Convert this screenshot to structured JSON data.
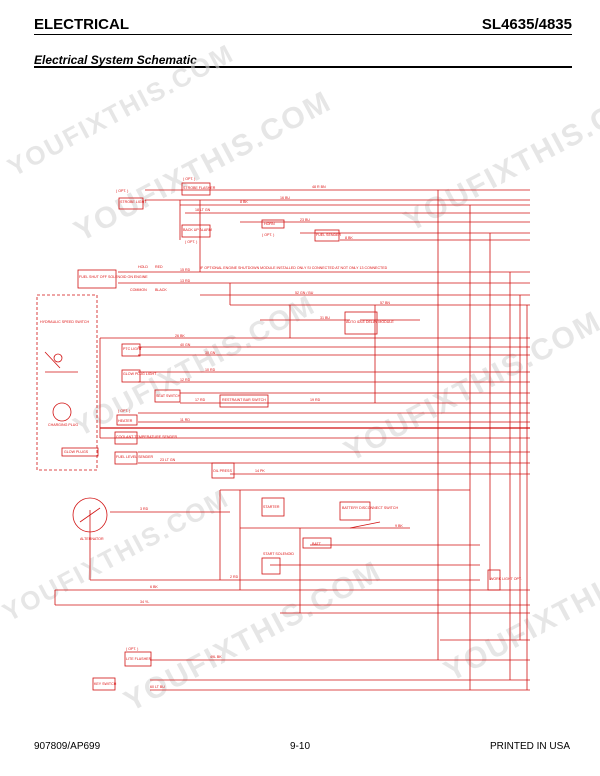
{
  "header": {
    "left": "ELECTRICAL",
    "right": "SL4635/4835"
  },
  "section_title": "Electrical System Schematic",
  "footer": {
    "left": "907809/AP699",
    "center": "9-10",
    "right": "PRINTED IN USA"
  },
  "watermark": "YOUFIXTHIS.COM",
  "schematic": {
    "color": "#d11111",
    "notes": {
      "optional_shutdown": "IF OPTIONAL ENGINE SHUTDOWN MODULE INSTALLED ONLY SI CONNECTED AT NOT ONLY 13 CONNECTED"
    },
    "components": {
      "opt1": "( OPT. )",
      "strobe_light": "STROBE LIGHT",
      "opt2": "( OPT. )",
      "strobe_flasher": "STROBE FLASHER",
      "backup_alarm": "BACK UP ALARM",
      "opt3": "( OPT. )",
      "horn": "HORN",
      "opt4": "( OPT. )",
      "fuel_sender": "FUEL SENDER",
      "fuel_shutoff": "FUEL SHUT OFF SOLENOID ON ENGINE",
      "hydraulic_switch": "HYDRAULIC SPEED SWITCH",
      "auto_idle": "AUTO IDLE DELAY MODULE",
      "ptc_light": "PTC LIGHT",
      "glow_plug_light": "GLOW PLUG LIGHT",
      "seat_switch": "SEAT SWITCH",
      "restraint_bar": "RESTRAINT BAR SWITCH",
      "opt5": "( OPT. )",
      "heater": "HEATER",
      "charging_plug": "CHARGING PLUG",
      "glow_plugs": "GLOW PLUGS",
      "coolant_temp": "COOLANT TEMPERATURE SENDER",
      "fuel_level": "FUEL LEVEL SENDER",
      "oil_press": "OIL PRESS",
      "alternator": "ALTERNATOR",
      "starter": "STARTER",
      "battery_disconnect": "BATTERY DISCONNECT SWITCH",
      "battery": "BATT",
      "start_solenoid": "START SOLENOID",
      "work_light": "WORK LIGHT OPT.",
      "opt6": "( OPT. )",
      "light_flasher": "LITE FLASHER",
      "key_switch": "KEY SWITCH"
    },
    "wire_labels": {
      "w48": "48 R BN",
      "w16": "16 BU",
      "w8": "8 BK",
      "w18": "18 LT GN",
      "w23": "23 BU",
      "w8b": "8 BK",
      "w15": "15 RD",
      "w13": "13 RD",
      "w26": "26 BK",
      "w52": "52 GN / BU",
      "w57": "57 BN",
      "w40": "40 GN",
      "w30": "30 GN",
      "w31": "31 BU",
      "w10": "10 RD",
      "w17": "17 RD",
      "w12": "12 RD",
      "w19": "19 RD",
      "w11": "11 RD",
      "w23b": "23 LT GN",
      "w14": "14 PK",
      "w3": "3 RD",
      "w2": "2 RD",
      "w9": "9 BK",
      "w6": "6 BK",
      "w34": "34 YL",
      "w49": "49L BK",
      "w60": "60 LT BU",
      "hold": "HOLD",
      "red": "RED",
      "common": "COMMON",
      "black": "BLACK"
    }
  }
}
